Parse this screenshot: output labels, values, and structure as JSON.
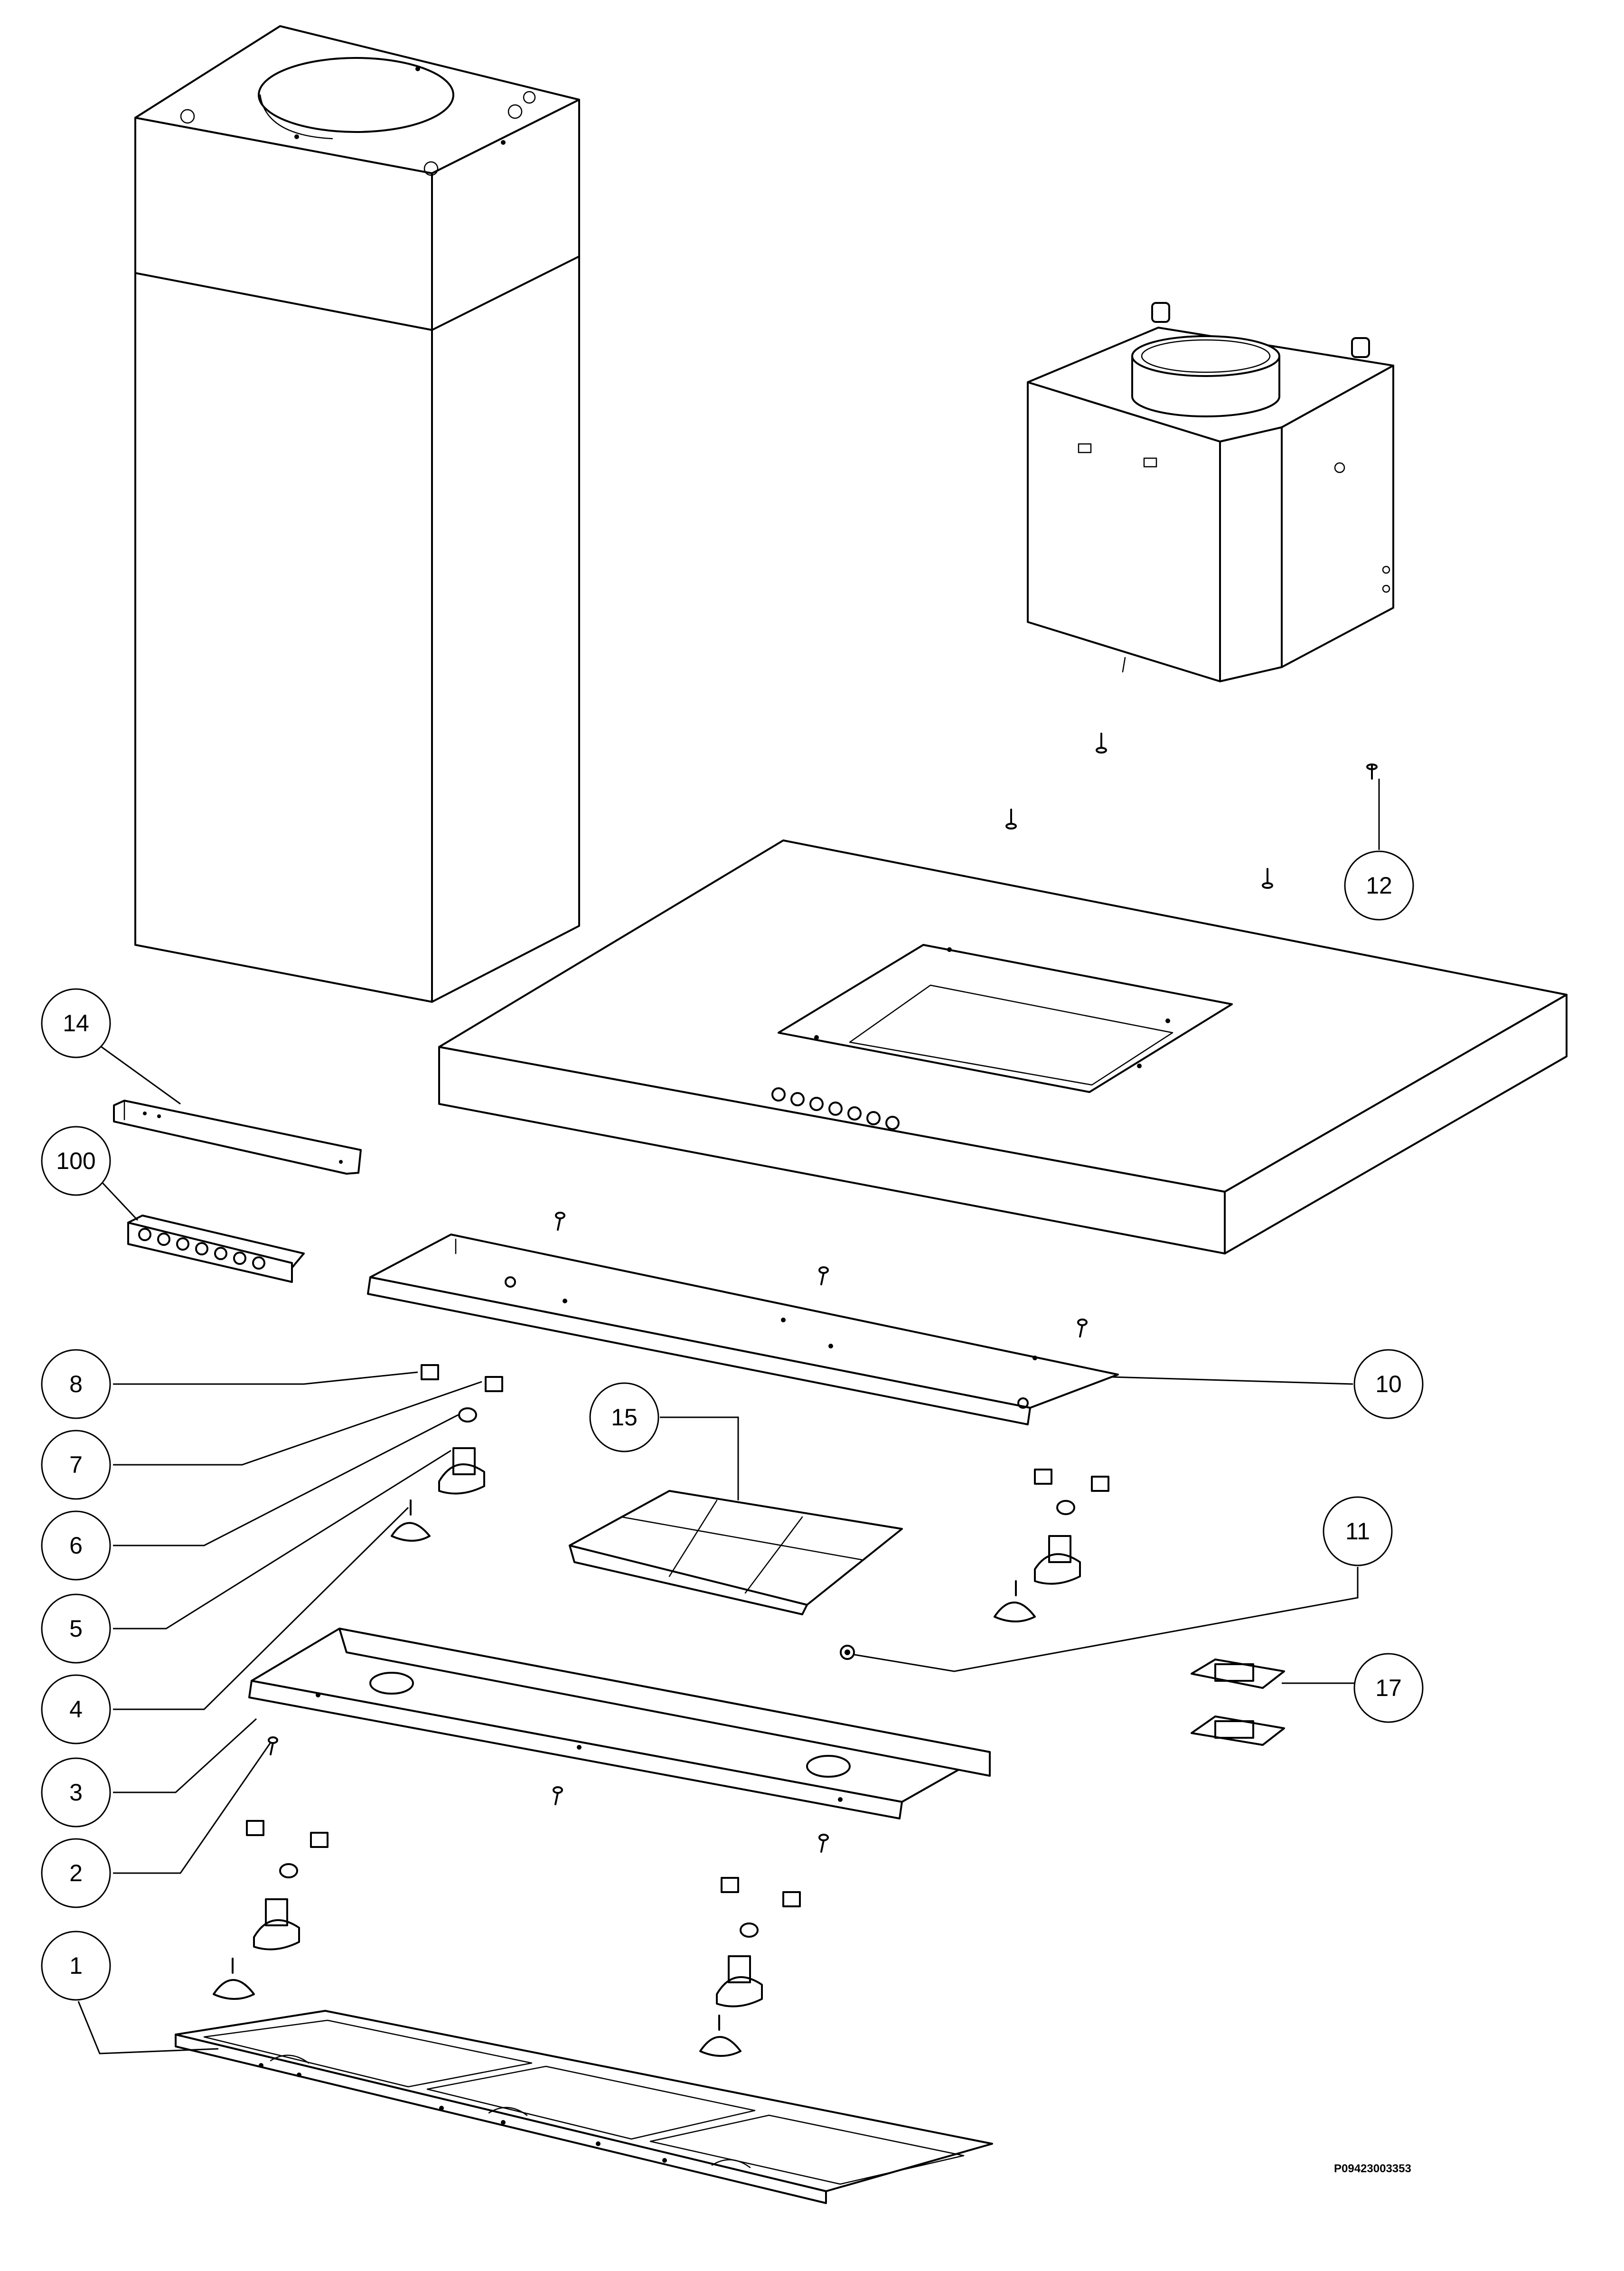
{
  "diagram": {
    "drawing_code": "P09423003353",
    "callouts": [
      {
        "id": "c14",
        "label": "14"
      },
      {
        "id": "c100",
        "label": "100"
      },
      {
        "id": "c8",
        "label": "8"
      },
      {
        "id": "c7",
        "label": "7"
      },
      {
        "id": "c6",
        "label": "6"
      },
      {
        "id": "c5",
        "label": "5"
      },
      {
        "id": "c4",
        "label": "4"
      },
      {
        "id": "c3",
        "label": "3"
      },
      {
        "id": "c2",
        "label": "2"
      },
      {
        "id": "c1",
        "label": "1"
      },
      {
        "id": "c12",
        "label": "12"
      },
      {
        "id": "c10",
        "label": "10"
      },
      {
        "id": "c15",
        "label": "15"
      },
      {
        "id": "c11",
        "label": "11"
      },
      {
        "id": "c17",
        "label": "17"
      }
    ]
  }
}
